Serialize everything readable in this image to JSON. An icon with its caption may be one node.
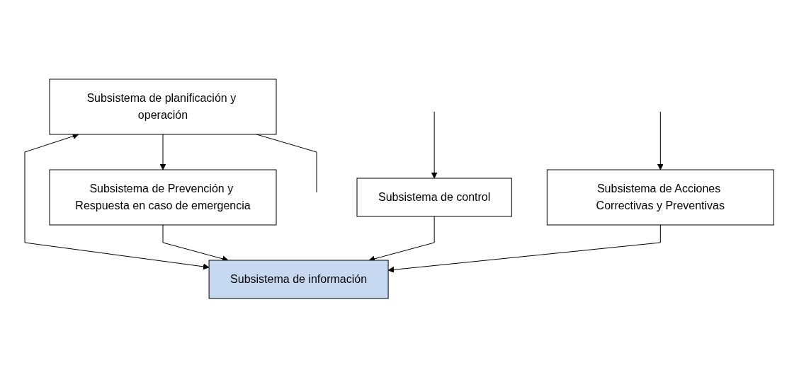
{
  "diagram": {
    "nodes": [
      {
        "text": [
          "Subsistema de planificación y operación"
        ]
      },
      {
        "text": [
          "Subsistema de información"
        ]
      },
      {
        "text": [
          "Subsistema de Prevención y Respuesta en caso de emergencia"
        ]
      },
      {
        "text": [
          "Subsistema de control"
        ]
      },
      {
        "text": [
          "Subsistema de Acciones Correctivas y Preventivas"
        ]
      }
    ],
    "edges": [
      {
        "from": 0,
        "to": 1,
        "arrow": "both"
      },
      {
        "from": 0,
        "to": 2,
        "arrow": "to"
      },
      {
        "from": 2,
        "to": 1,
        "arrow": "to"
      },
      {
        "from": 3,
        "to": 1,
        "arrow": "to"
      },
      {
        "from": 4,
        "to": 1,
        "arrow": "to"
      },
      {
        "from": null,
        "to": 3,
        "arrow": "to"
      },
      {
        "from": null,
        "to": 4,
        "arrow": "to"
      },
      {
        "from": 0,
        "to": null,
        "arrow": "none"
      }
    ]
  }
}
